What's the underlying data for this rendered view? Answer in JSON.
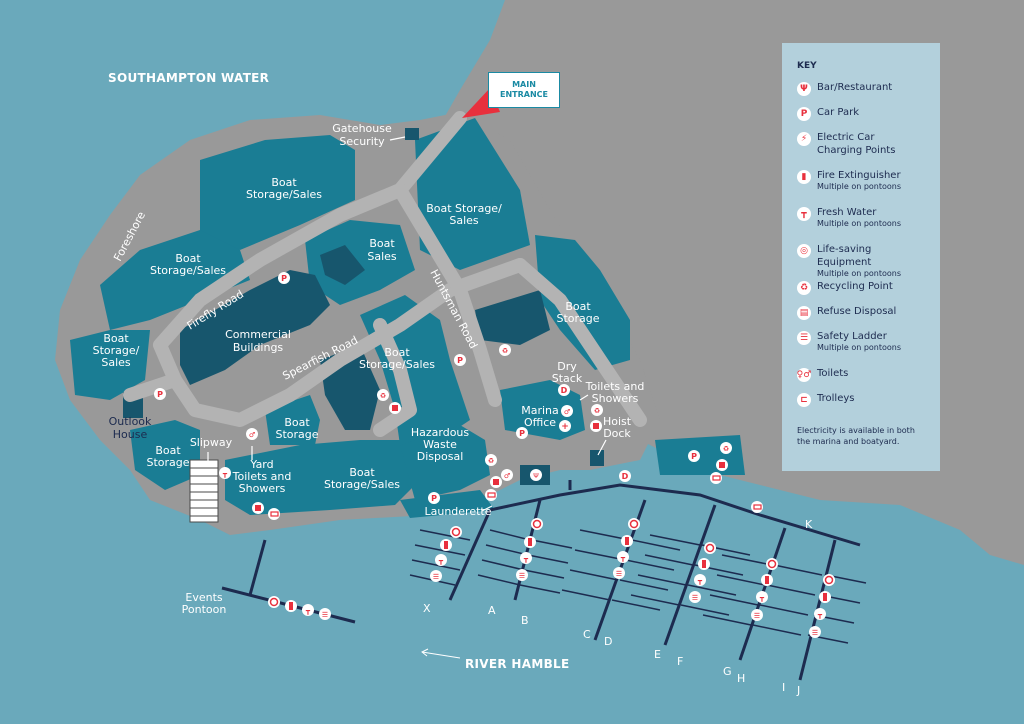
{
  "water": {
    "north": "SOUTHAMPTON WATER",
    "south": "RIVER HAMBLE"
  },
  "entrance": {
    "line1": "MAIN",
    "line2": "ENTRANCE"
  },
  "areas": {
    "gatehouse_1": "Gatehouse",
    "gatehouse_2": "Security",
    "foreshore": "Foreshore",
    "boat_storage_sales": "Boat",
    "storage_sales": "Storage/Sales",
    "boat_storage_sales_slash": "Boat Storage/",
    "sales": "Sales",
    "boat_sales": "Boat",
    "sales_b": "Sales",
    "boat_storage_1": "Boat",
    "storage_1": "Storage",
    "commercial_1": "Commercial",
    "commercial_2": "Buildings",
    "boat_storage_sales_left_1": "Boat",
    "boat_storage_sales_left_2": "Storage/",
    "boat_storage_sales_left_3": "Sales",
    "boat_storage_sales_mid_1": "Boat",
    "boat_storage_sales_mid_2": "Storage/Sales",
    "outlook_1": "Outlook",
    "outlook_2": "House",
    "boat_storage_sw_1": "Boat",
    "boat_storage_sw_2": "Storage",
    "slipway": "Slipway",
    "boat_storage_c_1": "Boat",
    "boat_storage_c_2": "Storage",
    "yard_1": "Yard",
    "yard_2": "Toilets and",
    "yard_3": "Showers",
    "boat_storage_sales_s_1": "Boat",
    "boat_storage_sales_s_2": "Storage/Sales",
    "hazardous_1": "Hazardous",
    "hazardous_2": "Waste",
    "hazardous_3": "Disposal",
    "launderette": "Launderette",
    "dry_stack_1": "Dry",
    "dry_stack_2": "Stack",
    "marina_office_1": "Marina",
    "marina_office_2": "Office",
    "toilets_showers_1": "Toilets and",
    "toilets_showers_2": "Showers",
    "hoist_1": "Hoist",
    "hoist_2": "Dock",
    "events_1": "Events",
    "events_2": "Pontoon"
  },
  "roads": {
    "firefly": "Firefly Road",
    "spearfish": "Spearfish Road",
    "huntsman": "Huntsman Road"
  },
  "pontoons": [
    "X",
    "A",
    "B",
    "C",
    "D",
    "E",
    "F",
    "G",
    "H",
    "I",
    "J",
    "K"
  ],
  "key": {
    "title": "KEY",
    "items": [
      {
        "label": "Bar/Restaurant",
        "sub": "",
        "glyph": "Ψ",
        "icon": "cutlery-icon"
      },
      {
        "label": "Car Park",
        "sub": "",
        "glyph": "P",
        "icon": "car-park-icon"
      },
      {
        "label": "Electric Car",
        "label2": "Charging Points",
        "sub": "",
        "glyph": "⚡",
        "icon": "ev-charging-icon"
      },
      {
        "label": "Fire Extinguisher",
        "sub": "Multiple on pontoons",
        "glyph": "▮",
        "icon": "fire-extinguisher-icon"
      },
      {
        "label": "Fresh Water",
        "sub": "Multiple on pontoons",
        "glyph": "┳",
        "icon": "water-tap-icon"
      },
      {
        "label": "Life-saving Equipment",
        "sub": "Multiple on pontoons",
        "glyph": "◎",
        "icon": "lifebuoy-icon"
      },
      {
        "label": "Recycling Point",
        "sub": "",
        "glyph": "♻",
        "icon": "recycling-icon"
      },
      {
        "label": "Refuse Disposal",
        "sub": "",
        "glyph": "▤",
        "icon": "refuse-bin-icon"
      },
      {
        "label": "Safety Ladder",
        "sub": "Multiple on pontoons",
        "glyph": "☰",
        "icon": "ladder-icon"
      },
      {
        "label": "Toilets",
        "sub": "",
        "glyph": "♀♂",
        "icon": "toilets-icon"
      },
      {
        "label": "Trolleys",
        "sub": "",
        "glyph": "⊏",
        "icon": "trolley-icon"
      }
    ],
    "note": "Electricity is available in both the marina and boatyard."
  },
  "colors": {
    "water": "#6aa9bb",
    "land": "#999999",
    "building": "#1a7d94",
    "building_dark": "#17566d",
    "pontoon": "#1d2b4f",
    "icon_red": "#e8303d",
    "key_bg": "#b3d0dc"
  }
}
